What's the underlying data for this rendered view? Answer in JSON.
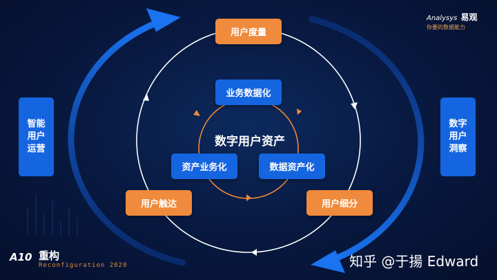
{
  "center_title": "数字用户资产",
  "outer_nodes": {
    "top": "用户度量",
    "left": "用户触达",
    "right": "用户细分"
  },
  "inner_nodes": {
    "top": "业务数据化",
    "left": "资产业务化",
    "right": "数据资产化"
  },
  "side_panels": {
    "left": "智能\n用户\n运营",
    "right": "数字\n用户\n洞察"
  },
  "branding": {
    "brand_en": "Analysys",
    "brand_cn": "易观",
    "slogan": "你要的数据能力"
  },
  "footer": {
    "logo": "A10",
    "event_title": "重构",
    "event_subtitle": "Reconfiguration 2020",
    "watermark": "知乎 @于揚 Edward"
  },
  "colors": {
    "background": "#081a42",
    "accent_orange": "#f08a3c",
    "accent_blue": "#1565e0",
    "arc_blue": "#1a73f0"
  }
}
